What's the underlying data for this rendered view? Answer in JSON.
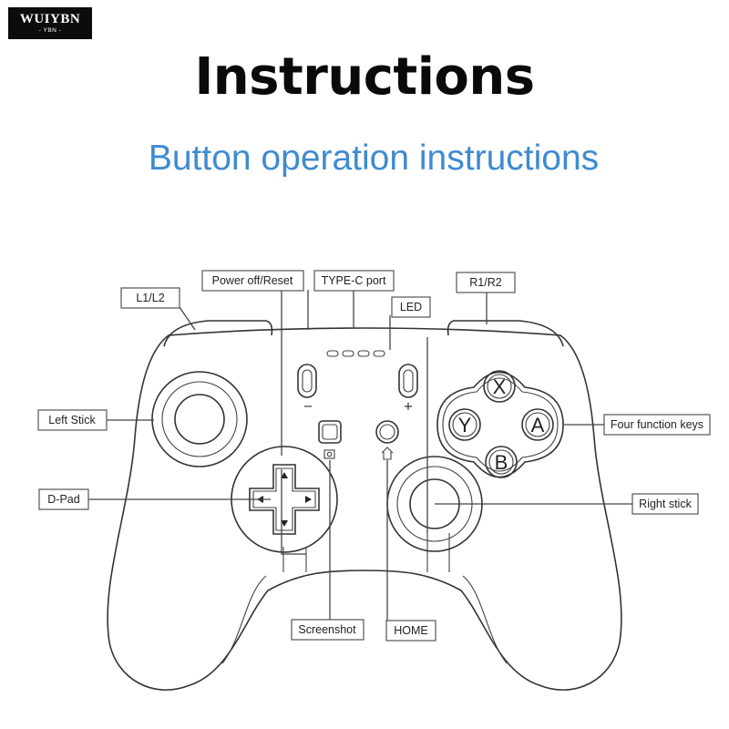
{
  "logo": {
    "text": "WUIYBN",
    "sub": "- YBN -"
  },
  "header": {
    "title": "Instructions",
    "subtitle": "Button operation instructions"
  },
  "callouts": {
    "l1l2": "L1/L2",
    "power": "Power off/Reset",
    "typec": "TYPE-C port",
    "led": "LED",
    "r1r2": "R1/R2",
    "left_stick": "Left Stick",
    "four_keys": "Four function keys",
    "dpad": "D-Pad",
    "right_stick": "Right stick",
    "screenshot": "Screenshot",
    "home": "HOME"
  },
  "buttons": {
    "x": "X",
    "y": "Y",
    "a": "A",
    "b": "B",
    "minus": "−",
    "plus": "+"
  }
}
